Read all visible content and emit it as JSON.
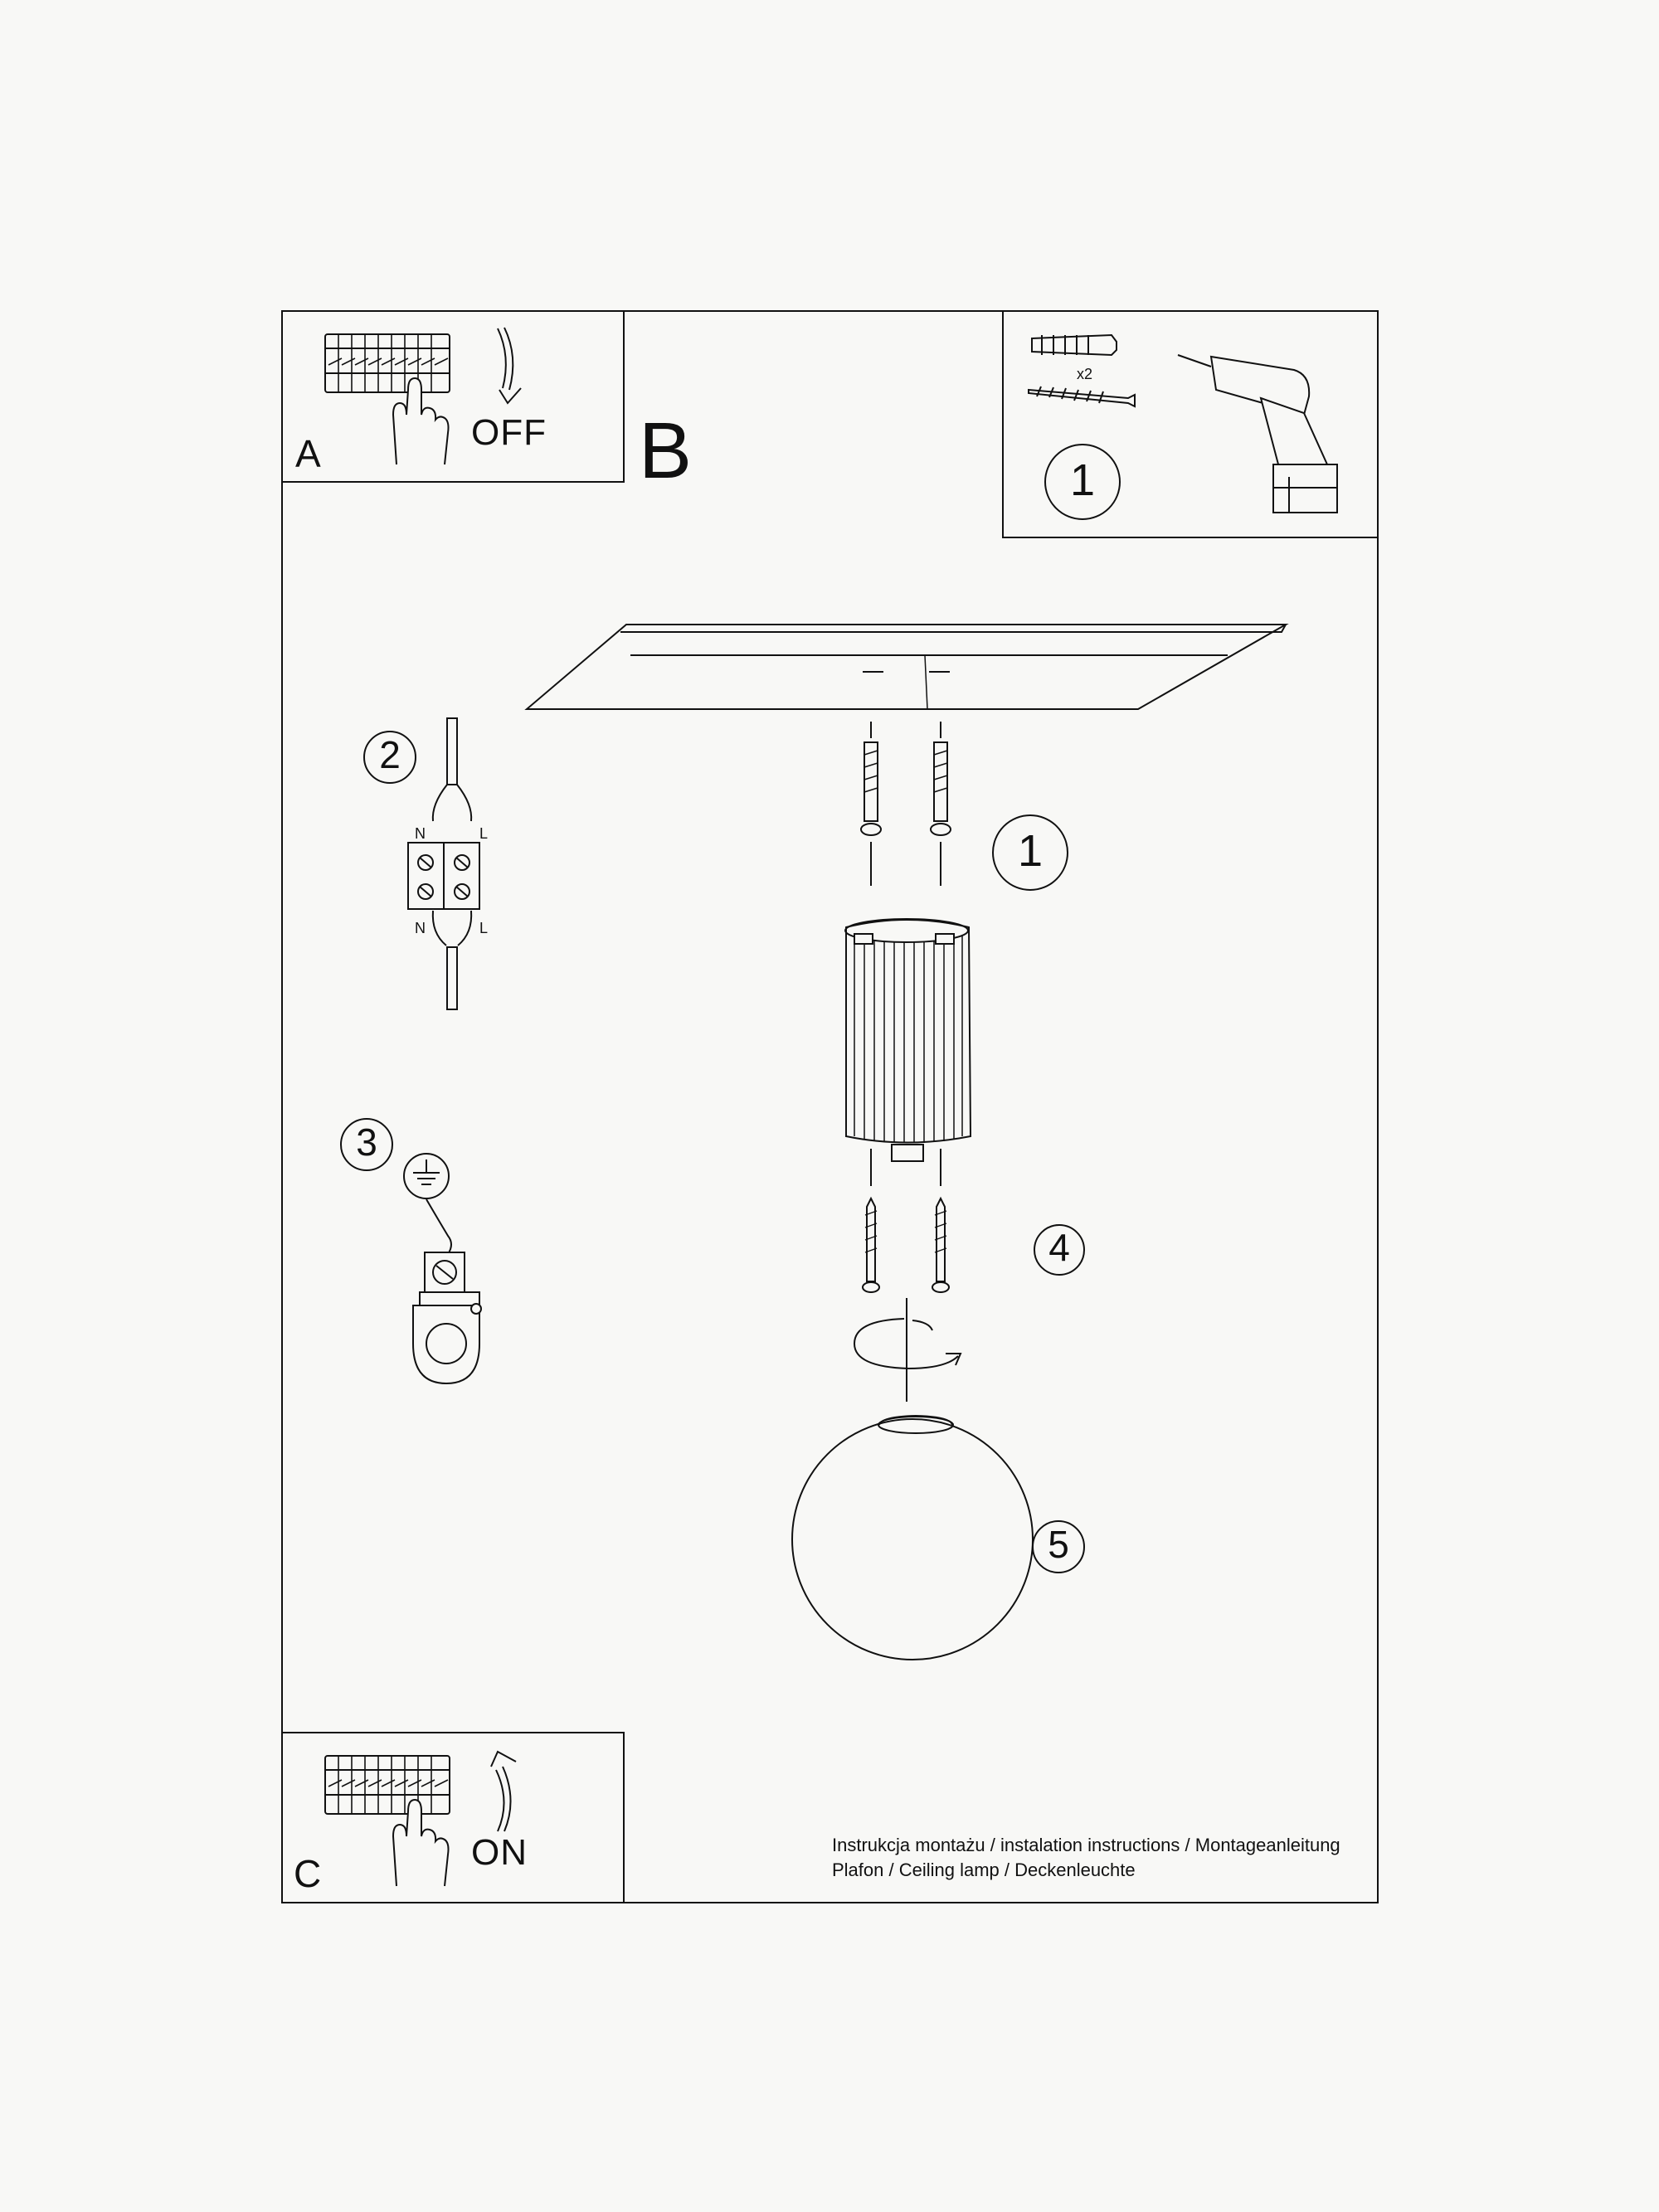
{
  "panels": {
    "a": {
      "letter": "A",
      "switch": "OFF"
    },
    "b": {
      "letter": "B"
    },
    "c": {
      "letter": "C",
      "switch": "ON"
    }
  },
  "tools": {
    "quantity": "x2",
    "step": "1"
  },
  "steps": {
    "s1": "1",
    "s2": "2",
    "s3": "3",
    "s4": "4",
    "s5": "5"
  },
  "wiring": {
    "n_top": "N",
    "l_top": "L",
    "n_bottom": "N",
    "l_bottom": "L"
  },
  "footer": {
    "line1": "Instrukcja montażu / instalation instructions / Montageanleitung",
    "line2": "Plafon / Ceiling lamp / Deckenleuchte"
  }
}
